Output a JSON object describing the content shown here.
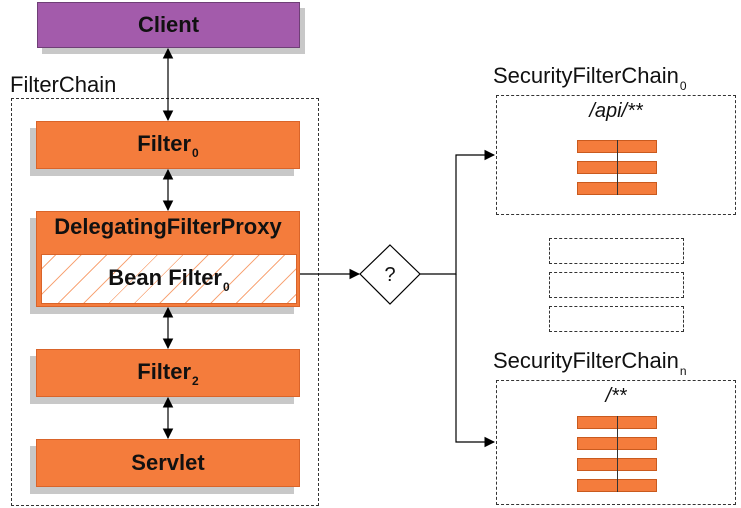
{
  "client": {
    "label": "Client"
  },
  "filter_chain": {
    "title": "FilterChain",
    "filter0": {
      "label": "Filter",
      "sub": "0"
    },
    "delegating": {
      "label": "DelegatingFilterProxy"
    },
    "bean_filter": {
      "label": "Bean Filter",
      "sub": "0"
    },
    "filter2": {
      "label": "Filter",
      "sub": "2"
    },
    "servlet": {
      "label": "Servlet"
    }
  },
  "decision": {
    "label": "?"
  },
  "security_chain_0": {
    "title": "SecurityFilterChain",
    "sub": "0",
    "pattern": "/api/**",
    "filter_count": 3
  },
  "security_chain_n": {
    "title": "SecurityFilterChain",
    "sub": "n",
    "pattern": "/**",
    "filter_count": 4
  },
  "placeholder_chain_count": 3,
  "colors": {
    "client": "#a35bab",
    "filter": "#f47c3c"
  }
}
